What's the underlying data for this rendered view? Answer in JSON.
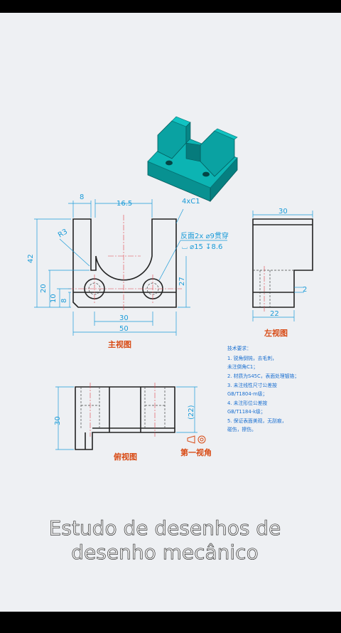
{
  "front_view": {
    "label": "主视图",
    "dims": {
      "d8": "8",
      "d16_5": "16.5",
      "chamfer": "4xC1",
      "r3": "R3",
      "d42": "42",
      "d20": "20",
      "d10": "10",
      "d8b": "8",
      "d27": "27",
      "d30": "30",
      "d50": "50"
    },
    "hole_note_1": "反面2x ⌀9贯穿",
    "hole_note_2": "⌴ ⌀15 ↧8.6"
  },
  "left_view": {
    "label": "左视图",
    "dims": {
      "d30": "30",
      "d22": "22",
      "d2": "2"
    }
  },
  "top_view": {
    "label": "俯视图",
    "dims": {
      "d30": "30",
      "d22": "(22)"
    }
  },
  "projection": {
    "label": "第一视角"
  },
  "tech_notes": [
    "技术要求：",
    "1. 锐角倒钝，去毛刺，",
    "未注倒角C1；",
    "2. 材质为S45C，表面处理镀铬；",
    "3. 未注线性尺寸公差按",
    "GB/T1804-m级；",
    "4. 未注形位公差按",
    "GB/T1184-k级；",
    "5. 保证表面美观，无刮痕，",
    "碰伤，擦伤。"
  ],
  "caption": {
    "line1": "Estudo de desenhos de",
    "line2": "desenho mecânico"
  },
  "colors": {
    "dimension": "#1a9bd8",
    "view_label": "#d84a14",
    "part_teal": "#0aa3a3",
    "center_line": "#e0434c"
  }
}
